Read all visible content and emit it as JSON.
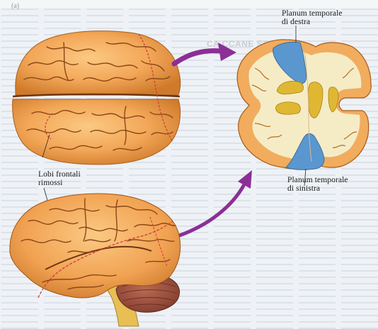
{
  "figure": {
    "corner_mark": "(a)",
    "labels": {
      "right_planum": "Planum temporale\ndi destra",
      "left_planum": "Planum temporale\ndi sinistra",
      "frontal_lobes": "Lobi frontali\nrimossi"
    },
    "background_text_bold": "CA CCANE SCHE",
    "colors": {
      "brain_main": "#f3a758",
      "brain_shadow": "#d9822f",
      "brain_light": "#fbc983",
      "sulcus": "#7e3d12",
      "cut_white": "#f5ecc6",
      "cut_cortex": "#f1ac5e",
      "cut_ventricle": "#e0b732",
      "planum_blue": "#5a97cf",
      "arrow_purple": "#8b2f96",
      "incision_red": "#d13c3c",
      "background_page": "#edf1f5",
      "cerebellum": "#9d5140",
      "stem": "#e7bf54"
    }
  }
}
